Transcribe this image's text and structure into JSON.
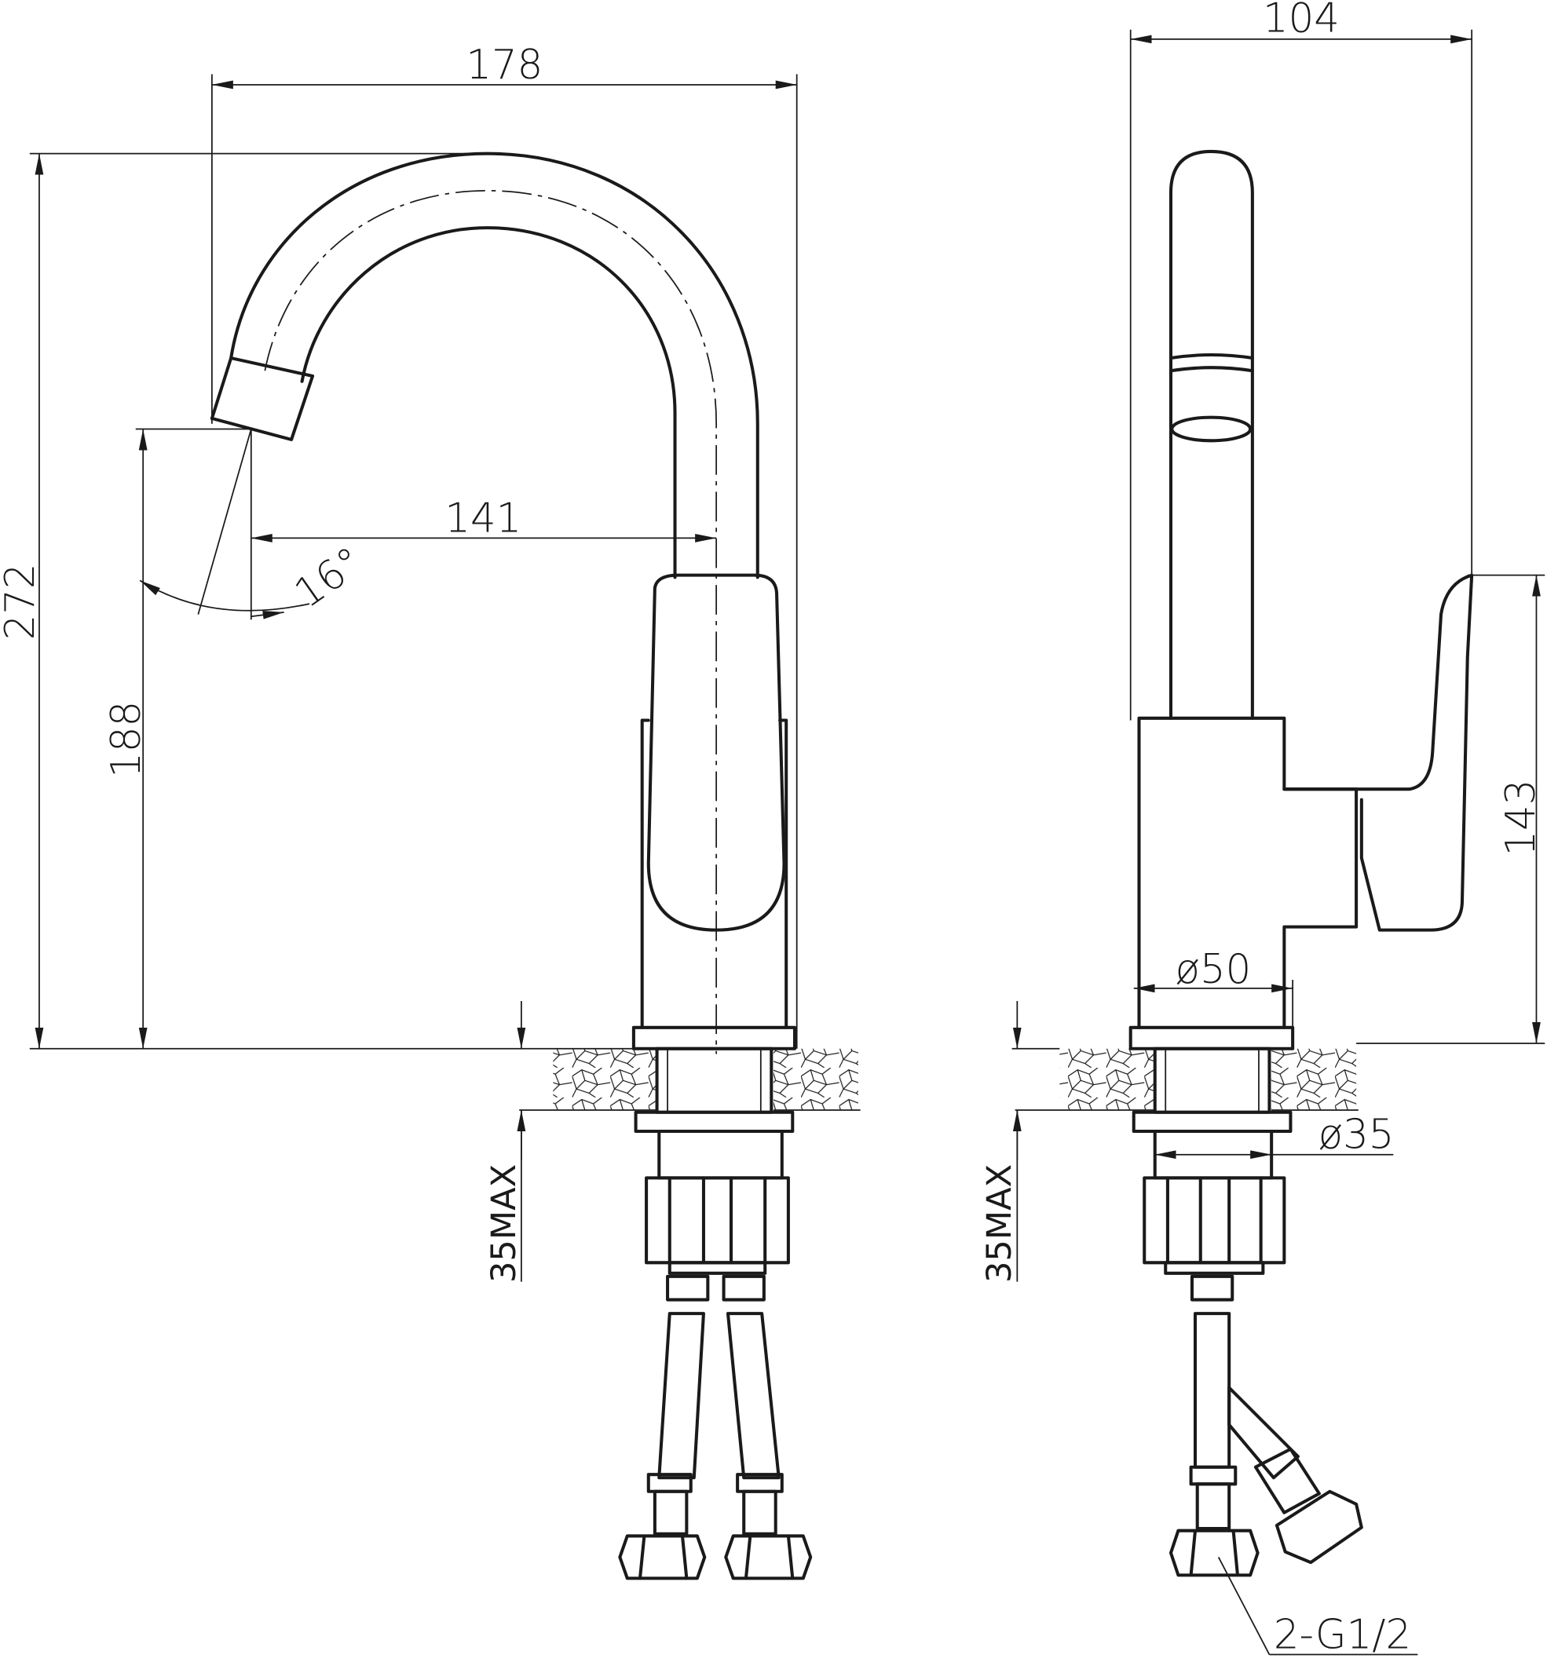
{
  "drawing": {
    "title": "Faucet dimension drawing",
    "front_view": {
      "width_total": "178",
      "height_total": "272",
      "spout_reach": "141",
      "spout_angle": "16°",
      "spout_height": "188",
      "counter_max": "35MAX"
    },
    "side_view": {
      "depth_total": "104",
      "lever_height": "143",
      "base_diameter": "ø50",
      "shank_diameter": "ø35",
      "counter_max": "35MAX",
      "connection": "2-G1/2"
    },
    "line_color": "#1a1a1a"
  }
}
